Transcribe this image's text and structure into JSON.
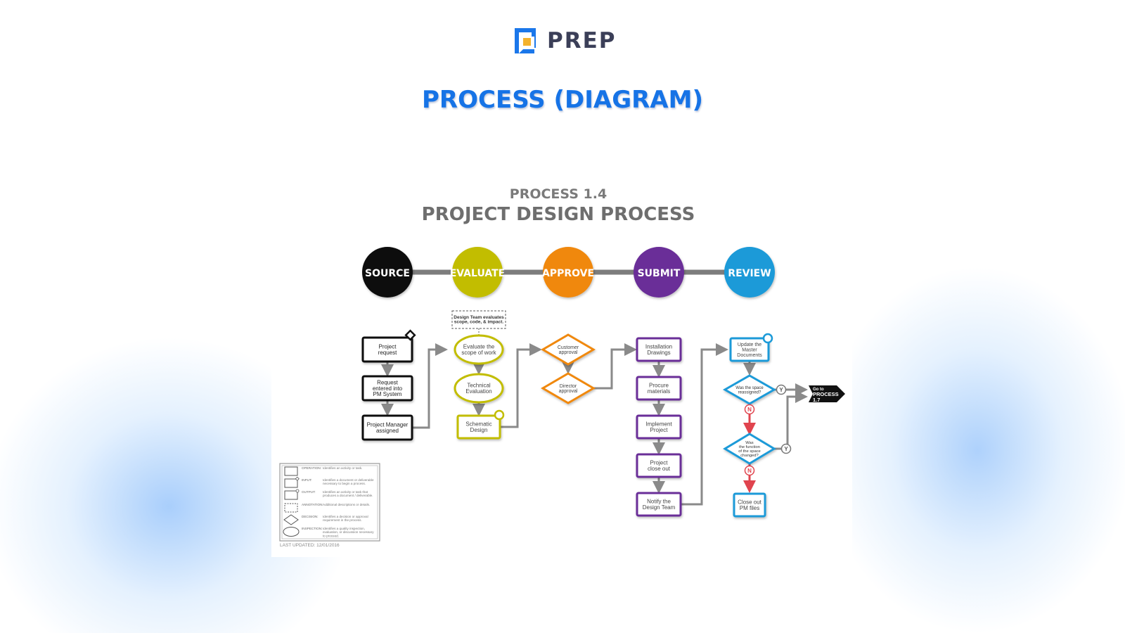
{
  "brand": {
    "name": "PREP"
  },
  "page": {
    "title": "PROCESS (DIAGRAM)"
  },
  "colors": {
    "brand_blue": "#1673e6",
    "source": "#111111",
    "evaluate": "#c2bd00",
    "approve": "#f0880c",
    "submit": "#6b2f98",
    "review": "#1b9ad8",
    "no_red": "#e0444e"
  },
  "diagram": {
    "subtitle": "PROCESS 1.4",
    "title": "PROJECT DESIGN PROCESS",
    "phases": [
      "SOURCE",
      "EVALUATE",
      "APPROVE",
      "SUBMIT",
      "REVIEW"
    ],
    "annotation": [
      "Design Team evaluates",
      "scope, code, & impact."
    ],
    "source_steps": [
      [
        "Project",
        "request"
      ],
      [
        "Request",
        "entered into",
        "PM System"
      ],
      [
        "Project Manager",
        "assigned"
      ]
    ],
    "evaluate_steps": [
      [
        "Evaluate the",
        "scope of work"
      ],
      [
        "Technical",
        "Evaluation"
      ],
      [
        "Schematic",
        "Design"
      ]
    ],
    "approve_steps": [
      [
        "Customer",
        "approval"
      ],
      [
        "Director",
        "approval"
      ]
    ],
    "submit_steps": [
      [
        "Installation",
        "Drawings"
      ],
      [
        "Procure",
        "materials"
      ],
      [
        "Implement",
        "Project"
      ],
      [
        "Project",
        "close out"
      ],
      [
        "Notify the",
        "Design Team"
      ]
    ],
    "review_update": [
      "Update the",
      "Master",
      "Documents"
    ],
    "decision_1": [
      "Was the space",
      "reassigned?"
    ],
    "decision_2": [
      "Was",
      "the function",
      "of the space",
      "changed?"
    ],
    "yes_label": "Y",
    "no_label": "N",
    "close_out": [
      "Close out",
      "PM files"
    ],
    "goto": [
      "Go to",
      "PROCESS",
      "1.7"
    ],
    "legend": [
      {
        "term": "OPERATION:",
        "desc": [
          "Identifies an activity or task."
        ]
      },
      {
        "term": "INPUT:",
        "desc": [
          "Identifies a document or deliverable",
          "necessary to begin a process."
        ]
      },
      {
        "term": "OUTPUT:",
        "desc": [
          "Identifies an activity or task that",
          "produces a document / deliverable."
        ]
      },
      {
        "term": "ANNOTATION:",
        "desc": [
          "Additional descriptions or details."
        ]
      },
      {
        "term": "DECISION:",
        "desc": [
          "Identifies a decision or approval",
          "requirement in the process."
        ]
      },
      {
        "term": "INSPECTION:",
        "desc": [
          "Identifies a quality inspection,",
          "evaluation, or discussion necessary",
          "to proceed."
        ]
      }
    ],
    "last_updated": "LAST UPDATED: 12/01/2016"
  }
}
